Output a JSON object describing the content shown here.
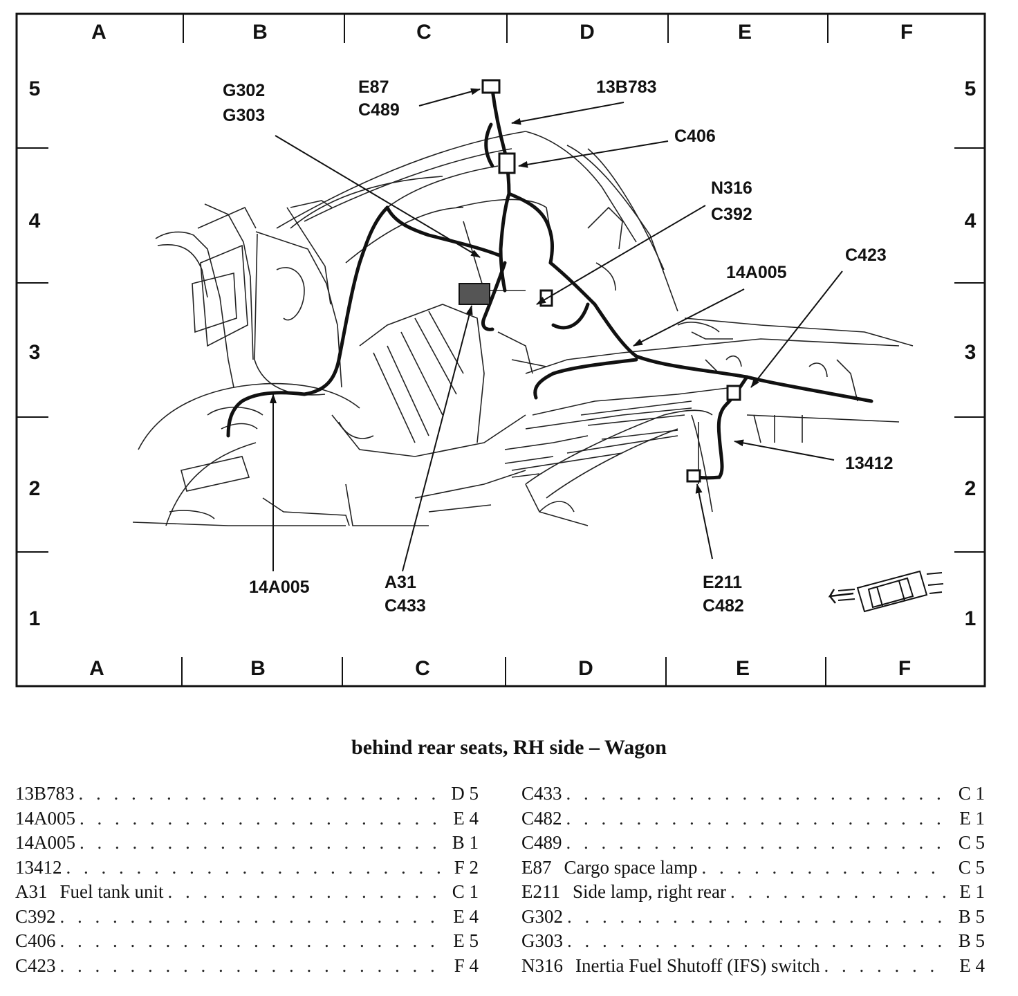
{
  "grid": {
    "columns": [
      "A",
      "B",
      "C",
      "D",
      "E",
      "F"
    ],
    "rows": [
      "5",
      "4",
      "3",
      "2",
      "1"
    ]
  },
  "callouts": {
    "g302_g303": [
      "G302",
      "G303"
    ],
    "e87_c489": [
      "E87",
      "C489"
    ],
    "c13b783": [
      "13B783"
    ],
    "c406": [
      "C406"
    ],
    "n316_c392": [
      "N316",
      "C392"
    ],
    "c423": [
      "C423"
    ],
    "h14a005_right": [
      "14A005"
    ],
    "c13412": [
      "13412"
    ],
    "h14a005_left": [
      "14A005"
    ],
    "a31_c433": [
      "A31",
      "C433"
    ],
    "e211_c482": [
      "E211",
      "C482"
    ]
  },
  "caption": "behind rear seats, RH side – Wagon",
  "legend": {
    "left": [
      {
        "code": "13B783",
        "desc": "",
        "loc": "D 5"
      },
      {
        "code": "14A005",
        "desc": "",
        "loc": "E 4"
      },
      {
        "code": "14A005",
        "desc": "",
        "loc": "B 1"
      },
      {
        "code": "13412",
        "desc": "",
        "loc": "F 2"
      },
      {
        "code": "A31",
        "desc": "Fuel tank unit",
        "loc": "C 1"
      },
      {
        "code": "C392",
        "desc": "",
        "loc": "E 4"
      },
      {
        "code": "C406",
        "desc": "",
        "loc": "E 5"
      },
      {
        "code": "C423",
        "desc": "",
        "loc": "F 4"
      }
    ],
    "right": [
      {
        "code": "C433",
        "desc": "",
        "loc": "C 1"
      },
      {
        "code": "C482",
        "desc": "",
        "loc": "E 1"
      },
      {
        "code": "C489",
        "desc": "",
        "loc": "C 5"
      },
      {
        "code": "E87",
        "desc": "Cargo space lamp",
        "loc": "C 5"
      },
      {
        "code": "E211",
        "desc": "Side lamp, right rear",
        "loc": "E 1"
      },
      {
        "code": "G302",
        "desc": "",
        "loc": "B 5"
      },
      {
        "code": "G303",
        "desc": "",
        "loc": "B 5"
      },
      {
        "code": "N316",
        "desc": "Inertia Fuel Shutoff (IFS) switch",
        "loc": "E 4"
      }
    ]
  }
}
